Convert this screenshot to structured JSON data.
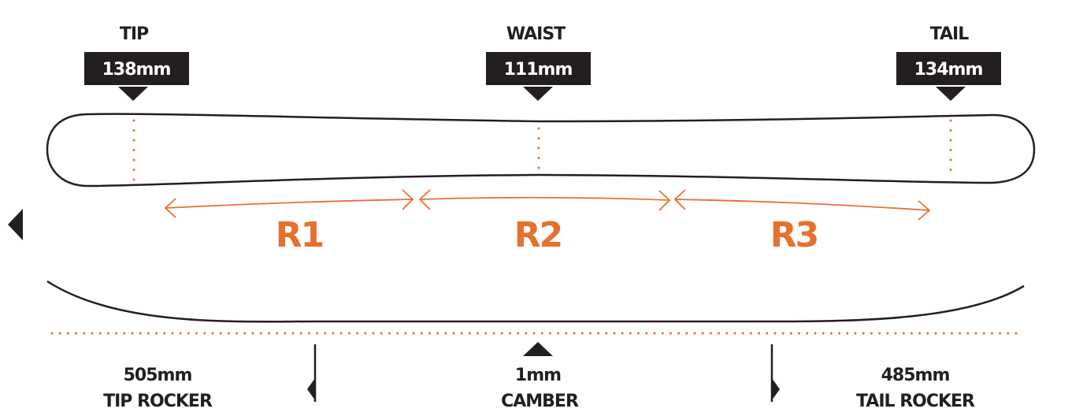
{
  "colors": {
    "accent": "#e8702e",
    "dark": "#231f20"
  },
  "widths": [
    {
      "label": "TIP",
      "value": "138mm"
    },
    {
      "label": "WAIST",
      "value": "111mm"
    },
    {
      "label": "TAIL",
      "value": "134mm"
    }
  ],
  "radii": [
    "R1",
    "R2",
    "R3"
  ],
  "profile": [
    {
      "value": "505mm",
      "label": "TIP ROCKER"
    },
    {
      "value": "1mm",
      "label": "CAMBER"
    },
    {
      "value": "485mm",
      "label": "TAIL ROCKER"
    }
  ]
}
